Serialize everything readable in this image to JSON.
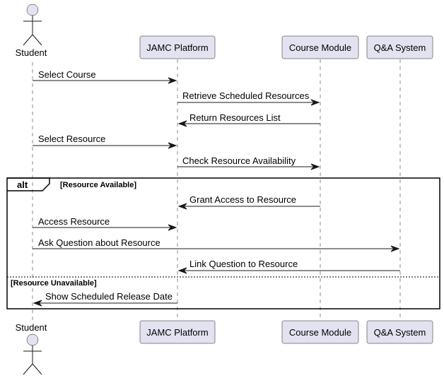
{
  "participants": [
    {
      "id": "student",
      "name": "Student",
      "kind": "actor"
    },
    {
      "id": "jamc",
      "name": "JAMC Platform",
      "kind": "participant"
    },
    {
      "id": "course",
      "name": "Course Module",
      "kind": "participant"
    },
    {
      "id": "qa",
      "name": "Q&A System",
      "kind": "participant"
    }
  ],
  "messages": [
    {
      "from": "student",
      "to": "jamc",
      "label": "Select Course"
    },
    {
      "from": "jamc",
      "to": "course",
      "label": "Retrieve Scheduled Resources"
    },
    {
      "from": "course",
      "to": "jamc",
      "label": "Return Resources List"
    },
    {
      "from": "student",
      "to": "jamc",
      "label": "Select Resource"
    },
    {
      "from": "jamc",
      "to": "course",
      "label": "Check Resource Availability"
    },
    {
      "from": "course",
      "to": "jamc",
      "label": "Grant Access to Resource"
    },
    {
      "from": "student",
      "to": "jamc",
      "label": "Access Resource"
    },
    {
      "from": "student",
      "to": "qa",
      "label": "Ask Question about Resource"
    },
    {
      "from": "qa",
      "to": "jamc",
      "label": "Link Question to Resource"
    },
    {
      "from": "jamc",
      "to": "student",
      "label": "Show Scheduled Release Date"
    }
  ],
  "fragment": {
    "keyword": "alt",
    "condition": "[Resource Available]",
    "else_condition": "[Resource Unavailable]"
  },
  "colors": {
    "participant_fill": "#E2E2F0",
    "line": "#181818"
  }
}
